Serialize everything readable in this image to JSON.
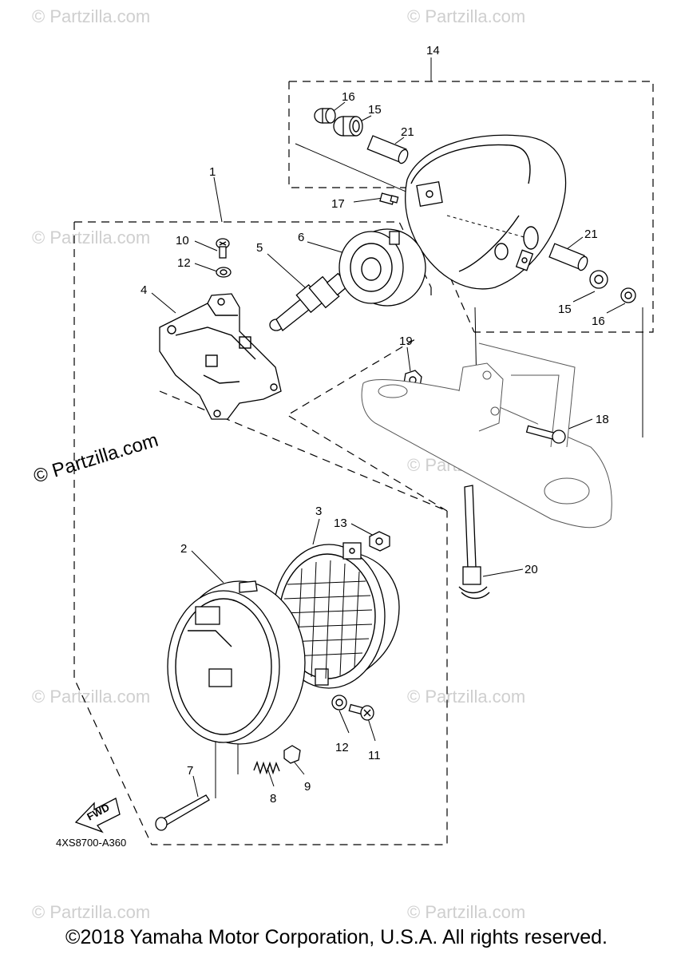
{
  "watermark": "© Partzilla.com",
  "watermark_main": "© Partzilla.com",
  "diagram_code": "4XS8700-A360",
  "fwd_label": "FWD",
  "copyright": "©2018 Yamaha Motor Corporation, U.S.A. All rights reserved.",
  "callouts": {
    "c1": "1",
    "c2": "2",
    "c3": "3",
    "c4": "4",
    "c5": "5",
    "c6": "6",
    "c7": "7",
    "c8": "8",
    "c9": "9",
    "c10": "10",
    "c11": "11",
    "c12a": "12",
    "c12b": "12",
    "c13": "13",
    "c14": "14",
    "c15a": "15",
    "c15b": "15",
    "c16a": "16",
    "c16b": "16",
    "c17": "17",
    "c18": "18",
    "c19": "19",
    "c20": "20",
    "c21a": "21",
    "c21b": "21"
  }
}
